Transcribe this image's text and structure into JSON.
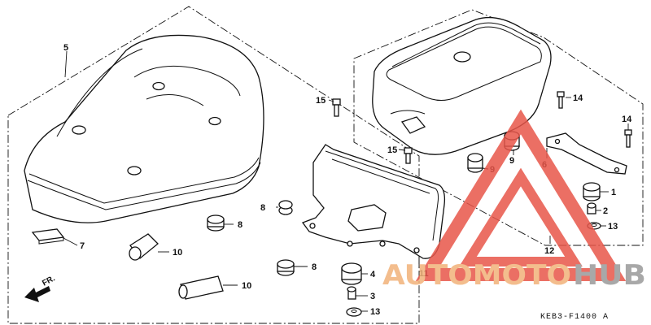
{
  "labels": {
    "p5": "5",
    "p15a": "15",
    "p15b": "15",
    "p14a": "14",
    "p14b": "14",
    "p9a": "9",
    "p9b": "9",
    "p6": "6",
    "p1": "1",
    "p2": "2",
    "p13a": "13",
    "p13b": "13",
    "p12": "12",
    "p7": "7",
    "p8a": "8",
    "p8b": "8",
    "p8c": "8",
    "p10a": "10",
    "p10b": "10",
    "p4": "4",
    "p3": "3",
    "p11": "11"
  },
  "front_marker": "FR.",
  "diagram_code": "KEB3-F1400",
  "diagram_suffix": "A",
  "watermark": {
    "part1": "AUTOMOTO",
    "part2": "HUB"
  },
  "colors": {
    "line": "#111111",
    "watermark_red": "#e8564a",
    "watermark_orange": "#f2b27a",
    "watermark_gray": "#9a9a9a"
  }
}
